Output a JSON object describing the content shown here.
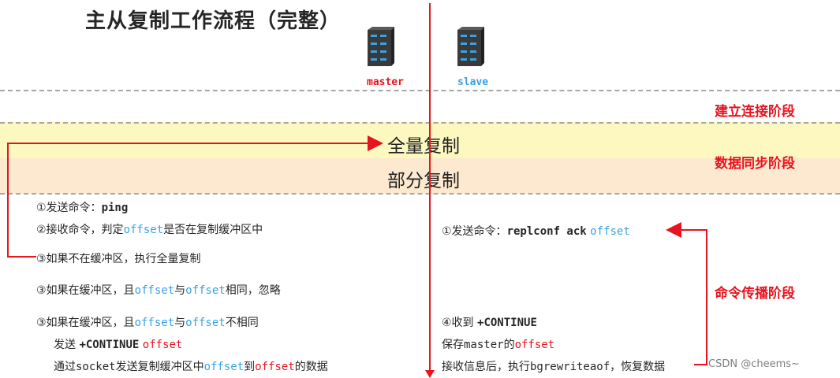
{
  "title": "主从复制工作流程（完整）",
  "nodes": {
    "master": "master",
    "slave": "slave"
  },
  "stages": {
    "connect": "建立连接阶段",
    "sync": "数据同步阶段",
    "propagate": "命令传播阶段"
  },
  "sync_rows": {
    "full": "全量复制",
    "partial": "部分复制"
  },
  "master_steps": {
    "s1_prefix": "①发送命令：",
    "s1_cmd": "ping",
    "s2_prefix": "②接收命令，判定",
    "s2_offset": "offset",
    "s2_suffix": "是否在复制缓冲区中",
    "s3a": "③如果不在缓冲区，执行全量复制",
    "s3b_prefix": "③如果在缓冲区，且",
    "s3b_offset1": "offset",
    "s3b_mid": "与",
    "s3b_offset2": "offset",
    "s3b_suffix": "相同，忽略",
    "s3c_prefix": "③如果在缓冲区，且",
    "s3c_offset1": "offset",
    "s3c_mid": "与",
    "s3c_offset2": "offset",
    "s3c_suffix": "不相同",
    "send_prefix": "发送 ",
    "send_cmd": "+CONTINUE",
    "send_offset": "offset",
    "via_prefix": "通过",
    "via_socket": "socket",
    "via_mid1": "发送复制缓冲区中",
    "via_offset1": "offset",
    "via_mid2": "到",
    "via_offset2": "offset",
    "via_suffix": "的数据"
  },
  "slave_steps": {
    "s1_prefix": "①发送命令：",
    "s1_cmd": "replconf ack",
    "s1_offset": "offset",
    "s4_prefix": "④收到 ",
    "s4_cmd": "+CONTINUE",
    "save_prefix": "保存",
    "save_master": "master",
    "save_mid": "的",
    "save_offset": "offset",
    "recv_prefix": "接收信息后，执行",
    "recv_cmd": "bgrewriteaof",
    "recv_suffix": "，恢复数据"
  },
  "watermark": "CSDN @cheems~",
  "colors": {
    "red": "#e8131f",
    "blue": "#3aa3df",
    "band_yellow": "#fdf7c0",
    "band_peach": "#fde9cf",
    "dashed": "#a6a6a6"
  }
}
